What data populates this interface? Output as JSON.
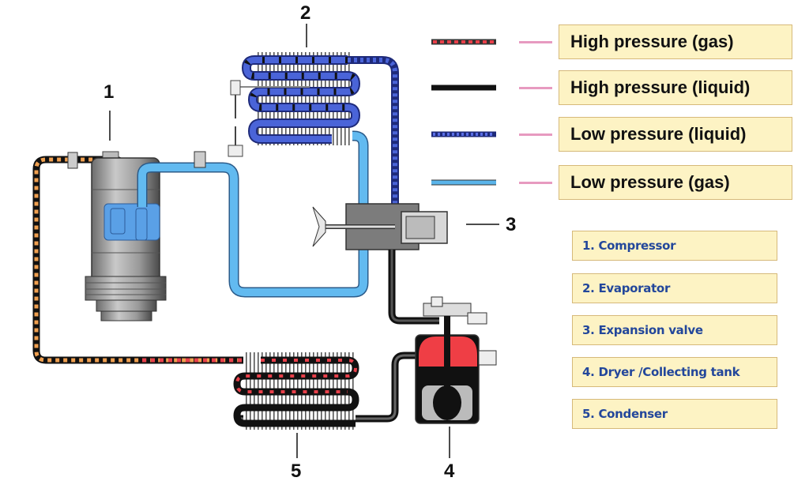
{
  "diagram": {
    "title": "Automotive A/C refrigerant circuit",
    "component_numbers": [
      "1",
      "2",
      "3",
      "4",
      "5"
    ],
    "legend": [
      {
        "label": "High pressure (gas)",
        "line_style": "dashed-red-black",
        "color": "#e8404a"
      },
      {
        "label": "High pressure (liquid)",
        "line_style": "solid-black",
        "color": "#111111"
      },
      {
        "label": "Low pressure (liquid)",
        "line_style": "dashed-blue-black",
        "color": "#3b4fc8"
      },
      {
        "label": "Low pressure (gas)",
        "line_style": "solid-light-blue",
        "color": "#5ab4ea"
      }
    ],
    "parts": [
      {
        "number": "1",
        "label": "1. Compressor"
      },
      {
        "number": "2",
        "label": "2. Evaporator"
      },
      {
        "number": "3",
        "label": "3. Expansion valve"
      },
      {
        "number": "4",
        "label": "4. Dryer /Collecting tank"
      },
      {
        "number": "5",
        "label": "5. Condenser"
      }
    ],
    "colors": {
      "box_fill": "#fdf3c4",
      "box_border": "#d6b97a",
      "connector": "#e79ac0",
      "part_text": "#23479b"
    }
  }
}
